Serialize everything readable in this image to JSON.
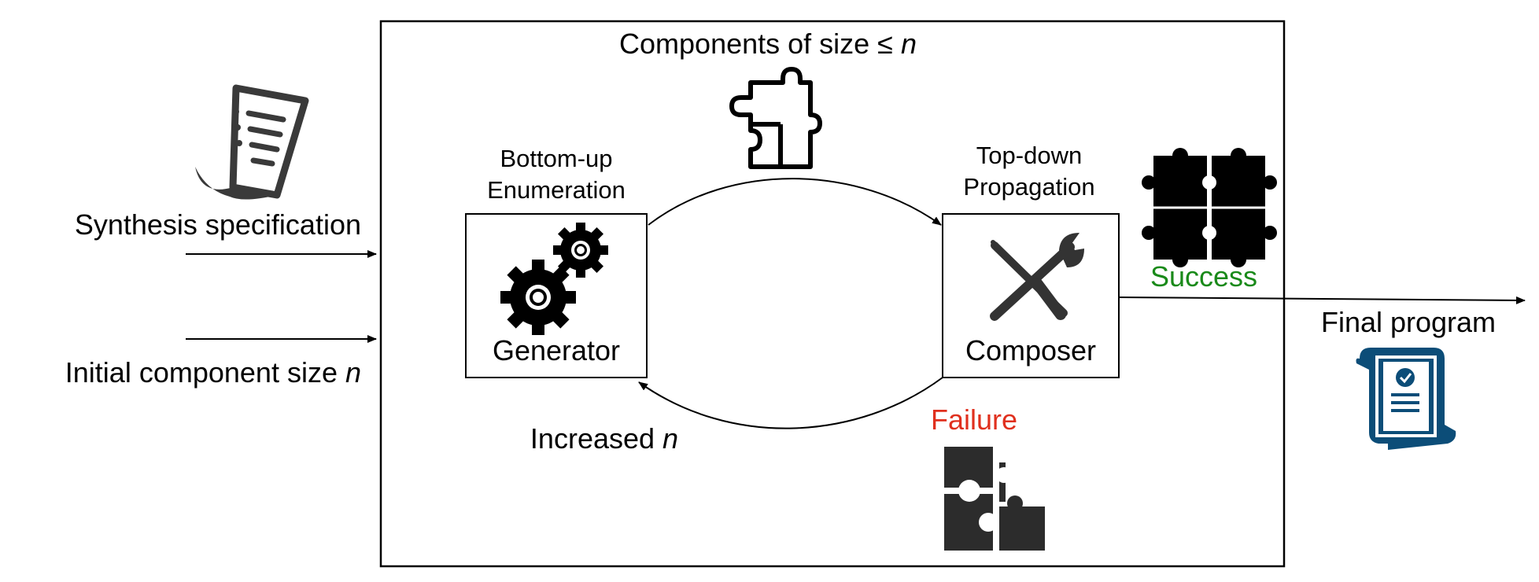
{
  "inputs": {
    "spec_label": "Synthesis specification",
    "size_label_prefix": "Initial component size ",
    "size_label_var": "n"
  },
  "loop": {
    "components_prefix": "Components of size ≤ ",
    "components_var": "n",
    "increased_prefix": "Increased ",
    "increased_var": "n"
  },
  "generator": {
    "title_line1": "Bottom-up",
    "title_line2": "Enumeration",
    "label": "Generator"
  },
  "composer": {
    "title_line1": "Top-down",
    "title_line2": "Propagation",
    "label": "Composer"
  },
  "outcomes": {
    "success": "Success",
    "failure": "Failure",
    "success_color": "#1a8a1a",
    "failure_color": "#e0301e"
  },
  "output": {
    "label": "Final program",
    "icon_color": "#0c4d78"
  }
}
